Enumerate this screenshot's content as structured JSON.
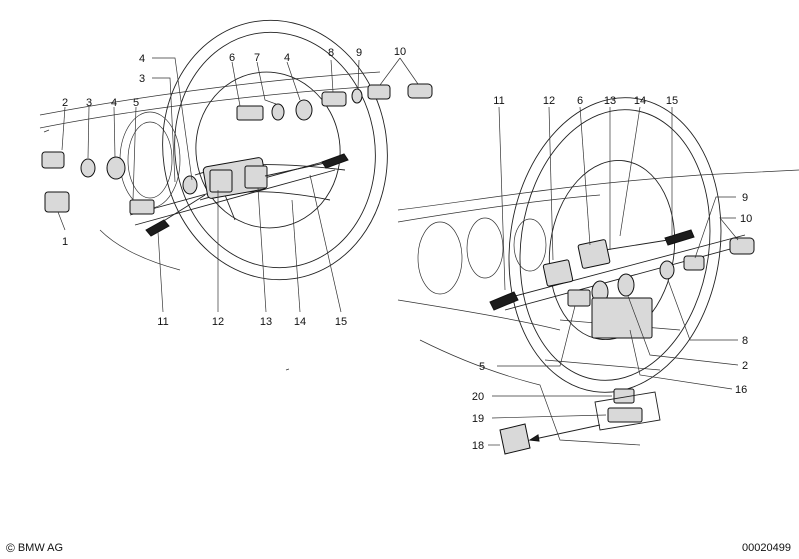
{
  "left_view": {
    "callouts": [
      {
        "id": "l-2",
        "text": "2"
      },
      {
        "id": "l-3a",
        "text": "3"
      },
      {
        "id": "l-4a",
        "text": "4"
      },
      {
        "id": "l-5",
        "text": "5"
      },
      {
        "id": "l-4b",
        "text": "4"
      },
      {
        "id": "l-3b",
        "text": "3"
      },
      {
        "id": "l-6",
        "text": "6"
      },
      {
        "id": "l-7",
        "text": "7"
      },
      {
        "id": "l-4c",
        "text": "4"
      },
      {
        "id": "l-8",
        "text": "8"
      },
      {
        "id": "l-9",
        "text": "9"
      },
      {
        "id": "l-10",
        "text": "10"
      },
      {
        "id": "l-1",
        "text": "1"
      },
      {
        "id": "l-11",
        "text": "11"
      },
      {
        "id": "l-12",
        "text": "12"
      },
      {
        "id": "l-13",
        "text": "13"
      },
      {
        "id": "l-14",
        "text": "14"
      },
      {
        "id": "l-15",
        "text": "15"
      }
    ]
  },
  "right_view": {
    "callouts": [
      {
        "id": "r-11",
        "text": "11"
      },
      {
        "id": "r-12",
        "text": "12"
      },
      {
        "id": "r-6",
        "text": "6"
      },
      {
        "id": "r-13",
        "text": "13"
      },
      {
        "id": "r-14",
        "text": "14"
      },
      {
        "id": "r-15",
        "text": "15"
      },
      {
        "id": "r-9",
        "text": "9"
      },
      {
        "id": "r-10",
        "text": "10"
      },
      {
        "id": "r-8",
        "text": "8"
      },
      {
        "id": "r-2",
        "text": "2"
      },
      {
        "id": "r-5",
        "text": "5"
      },
      {
        "id": "r-16",
        "text": "16"
      },
      {
        "id": "r-20",
        "text": "20"
      },
      {
        "id": "r-19",
        "text": "19"
      },
      {
        "id": "r-18",
        "text": "18"
      }
    ]
  },
  "footer": {
    "copyright_symbol": "©",
    "brand": "BMW AG",
    "drawing_number": "00020499"
  }
}
